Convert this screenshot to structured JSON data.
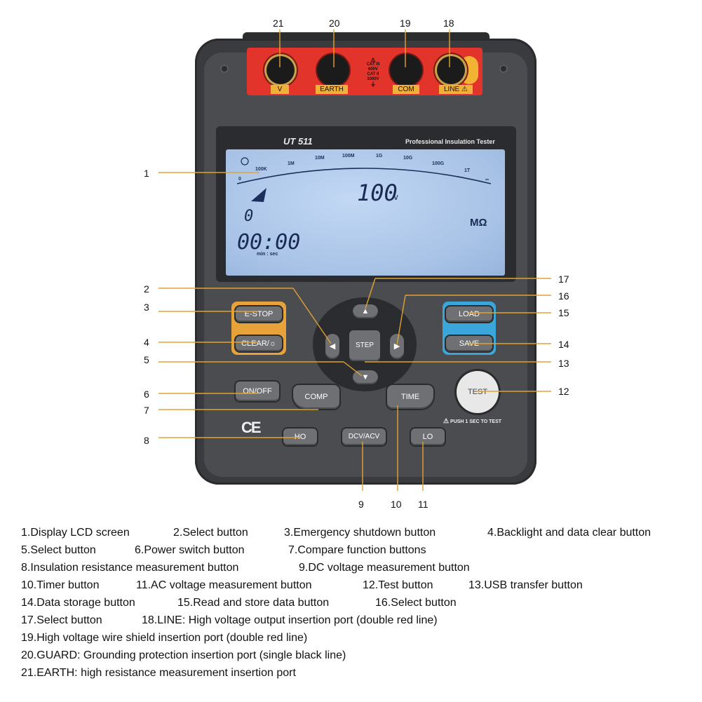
{
  "device": {
    "brand": "UT 511",
    "subtitle": "Professional Insulation Tester",
    "terminals": [
      "V",
      "EARTH",
      "COM",
      "LINE"
    ],
    "cat_rating": [
      "CAT III",
      "600V",
      "CAT II",
      "1000V"
    ],
    "colors": {
      "body": "#3a3b3e",
      "terminal_panel": "#e2342b",
      "orange_pad": "#e7a33a",
      "blue_pad": "#3aa6da",
      "lcd": "#a9c6ea"
    }
  },
  "lcd": {
    "scale_ticks": [
      "0",
      "100K",
      "1M",
      "10M",
      "100M",
      "1G",
      "10G",
      "100G",
      "1T",
      "∞"
    ],
    "voltage": "100",
    "voltage_unit": "v",
    "count": "0",
    "time": "00:00",
    "time_unit": "min : sec",
    "resistance_unit": "MΩ"
  },
  "buttons": {
    "estop": "E-STOP",
    "clear": "CLEAR/☼",
    "load": "LOAD",
    "save": "SAVE",
    "step": "STEP",
    "onoff": "ON/OFF",
    "comp": "COMP",
    "time": "TIME",
    "test": "TEST",
    "ho": "HO",
    "dcvacv": "DCV/ACV",
    "lo": "LO"
  },
  "push_note": "PUSH 1 SEC TO TEST",
  "ce_mark": "CE",
  "callouts": [
    "1",
    "2",
    "3",
    "4",
    "5",
    "6",
    "7",
    "8",
    "9",
    "10",
    "11",
    "12",
    "13",
    "14",
    "15",
    "16",
    "17",
    "18",
    "19",
    "20",
    "21"
  ],
  "legend": [
    [
      "1.Display LCD screen",
      "2.Select button",
      "3.Emergency shutdown button",
      "4.Backlight and data clear button"
    ],
    [
      "5.Select button",
      "6.Power switch button",
      "7.Compare function buttons"
    ],
    [
      "8.Insulation resistance measurement button",
      "9.DC voltage measurement button"
    ],
    [
      "10.Timer button",
      "11.AC voltage measurement button",
      "12.Test button",
      "13.USB transfer button"
    ],
    [
      "14.Data storage button",
      "15.Read and store data button",
      "16.Select button"
    ],
    [
      "17.Select button",
      "18.LINE: High voltage output insertion port (double red line)"
    ],
    [
      "19.High voltage wire shield insertion port (double red line)"
    ],
    [
      "20.GUARD: Grounding protection insertion port (single black line)"
    ],
    [
      "21.EARTH: high resistance measurement insertion port"
    ]
  ]
}
